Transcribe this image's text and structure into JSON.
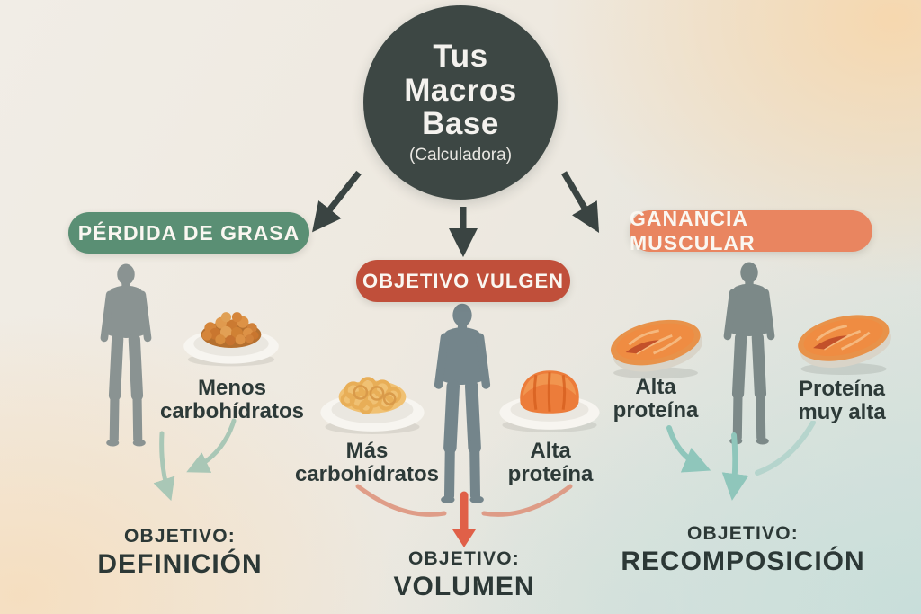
{
  "hub": {
    "line1": "Tus",
    "line2": "Macros",
    "line3": "Base",
    "subtitle": "(Calculadora)",
    "bg_color": "#3d4744",
    "text_color": "#f4f2ee"
  },
  "flow": {
    "arrow_color": "#3a4442"
  },
  "background": {
    "top_left": "#f0ece5",
    "top_right": "#f6d9b0",
    "bottom_left": "#f5dfc2",
    "bottom_right": "#cfe0dc"
  },
  "branches": [
    {
      "id": "perdida-de-grasa",
      "badge": {
        "label": "PÉRDIDA DE GRASA",
        "color": "#5a8f74"
      },
      "figure": "human-silhouette",
      "foods": [
        {
          "icon": "plate-of-legumes",
          "label": "Menos\ncarbohídratos"
        }
      ],
      "arrows_color": "#a9c7b6",
      "objective": {
        "prefix": "OBJETIVO:",
        "value": "DEFINICIÓN"
      }
    },
    {
      "id": "volumen",
      "badge": {
        "label": "OBJETIVO VULGEN",
        "color": "#c04f3a"
      },
      "figure": "human-silhouette",
      "foods": [
        {
          "icon": "plate-of-pasta",
          "label": "Más\ncarbohídratos"
        },
        {
          "icon": "plate-of-salmon-fillet",
          "label": "Alta\nproteína"
        }
      ],
      "arrows_color": "#e06048",
      "objective": {
        "prefix": "OBJETIVO:",
        "value": "VOLUMEN"
      }
    },
    {
      "id": "ganancia-muscular",
      "badge": {
        "label": "GANANCIA MUSCULAR",
        "color": "#e98560"
      },
      "figure": "human-silhouette",
      "foods": [
        {
          "icon": "salmon-steak",
          "label": "Alta\nproteína"
        },
        {
          "icon": "salmon-steak",
          "label": "Proteína\nmuy alta"
        }
      ],
      "arrows_color": "#8fc6bb",
      "objective": {
        "prefix": "OBJETIVO:",
        "value": "RECOMPOSICIÓN"
      }
    }
  ]
}
